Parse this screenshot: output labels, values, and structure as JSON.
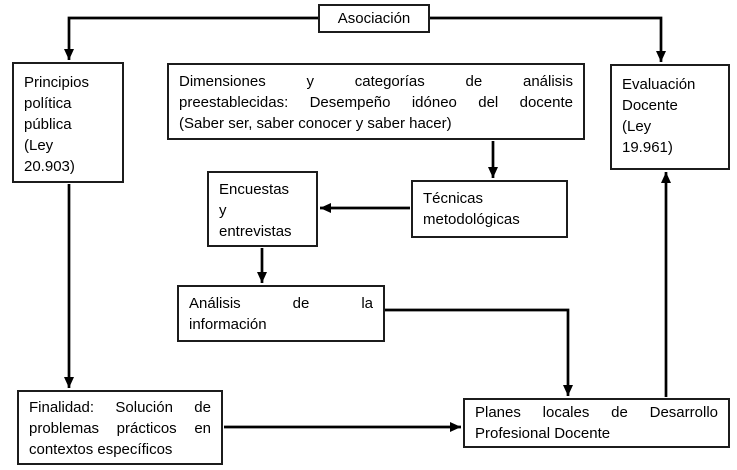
{
  "diagram": {
    "background": "#ffffff",
    "line_color": "#000000",
    "border_color": "#1c1c1c",
    "nodes": {
      "asociacion": {
        "label": "Asociación",
        "lines": [
          "Asociación"
        ]
      },
      "principios": {
        "label": "Principios política pública (Ley 20.903)",
        "lines": [
          "Principios",
          "política",
          "pública",
          "(Ley",
          "20.903)"
        ]
      },
      "dimensiones": {
        "label": "Dimensiones y categorías de análisis preestablecidas: Desempeño idóneo del docente (Saber ser, saber conocer y saber hacer)",
        "lines": [
          "Dimensiones y categorías de análisis",
          "preestablecidas: Desempeño idóneo del docente",
          "(Saber ser, saber conocer y saber hacer)"
        ]
      },
      "evaluacion": {
        "label": "Evaluación Docente (Ley 19.961)",
        "lines": [
          "Evaluación",
          "Docente",
          "(Ley",
          "19.961)"
        ]
      },
      "encuestas": {
        "label": "Encuestas y entrevistas",
        "lines": [
          "Encuestas",
          "y",
          "entrevistas"
        ]
      },
      "tecnicas": {
        "label": "Técnicas metodológicas",
        "lines": [
          "Técnicas",
          "metodológicas"
        ]
      },
      "analisis": {
        "label": "Análisis de la información",
        "lines": [
          "Análisis de la",
          "información"
        ]
      },
      "finalidad": {
        "label": "Finalidad: Solución de problemas prácticos en contextos específicos",
        "lines": [
          "Finalidad: Solución de",
          "problemas prácticos en",
          "contextos específicos"
        ]
      },
      "planes": {
        "label": "Planes locales de Desarrollo Profesional Docente",
        "lines": [
          "Planes locales de Desarrollo",
          "Profesional Docente"
        ]
      }
    },
    "edges": [
      {
        "from": "asociacion",
        "to": "principios"
      },
      {
        "from": "asociacion",
        "to": "evaluacion"
      },
      {
        "from": "principios",
        "to": "finalidad"
      },
      {
        "from": "dimensiones",
        "to": "tecnicas"
      },
      {
        "from": "tecnicas",
        "to": "encuestas"
      },
      {
        "from": "encuestas",
        "to": "analisis"
      },
      {
        "from": "analisis",
        "to": "planes"
      },
      {
        "from": "finalidad",
        "to": "planes"
      },
      {
        "from": "planes",
        "to": "evaluacion"
      }
    ]
  }
}
